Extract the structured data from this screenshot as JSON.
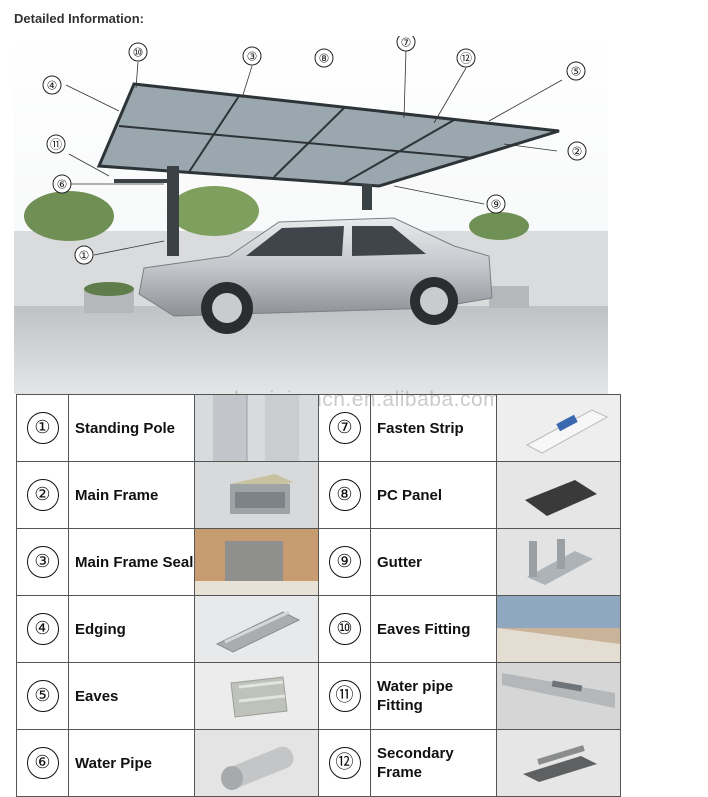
{
  "heading": "Detailed Information:",
  "watermark": "aluminiumcn.en.alibaba.com",
  "callouts": [
    "①",
    "②",
    "③",
    "④",
    "⑤",
    "⑥",
    "⑦",
    "⑧",
    "⑨",
    "⑩",
    "⑪",
    "⑫"
  ],
  "parts": [
    {
      "num": "①",
      "name": "Standing Pole",
      "thumb": "pole-photo"
    },
    {
      "num": "⑦",
      "name": "Fasten Strip",
      "thumb": "strip-photo"
    },
    {
      "num": "②",
      "name": "Main Frame",
      "thumb": "frame-photo"
    },
    {
      "num": "⑧",
      "name": "PC Panel",
      "thumb": "panel-photo"
    },
    {
      "num": "③",
      "name": "Main Frame Seal",
      "thumb": "seal-photo"
    },
    {
      "num": "⑨",
      "name": "Gutter",
      "thumb": "gutter-photo"
    },
    {
      "num": "④",
      "name": "Edging",
      "thumb": "edging-photo"
    },
    {
      "num": "⑩",
      "name": "Eaves Fitting",
      "thumb": "fitting-photo"
    },
    {
      "num": "⑤",
      "name": "Eaves",
      "thumb": "eaves-photo"
    },
    {
      "num": "⑪",
      "name": "Water pipe Fitting",
      "thumb": "pipe-fitting-photo"
    },
    {
      "num": "⑥",
      "name": "Water Pipe",
      "thumb": "pipe-photo"
    },
    {
      "num": "⑫",
      "name": "Secondary Frame",
      "thumb": "secondary-frame-photo"
    }
  ]
}
